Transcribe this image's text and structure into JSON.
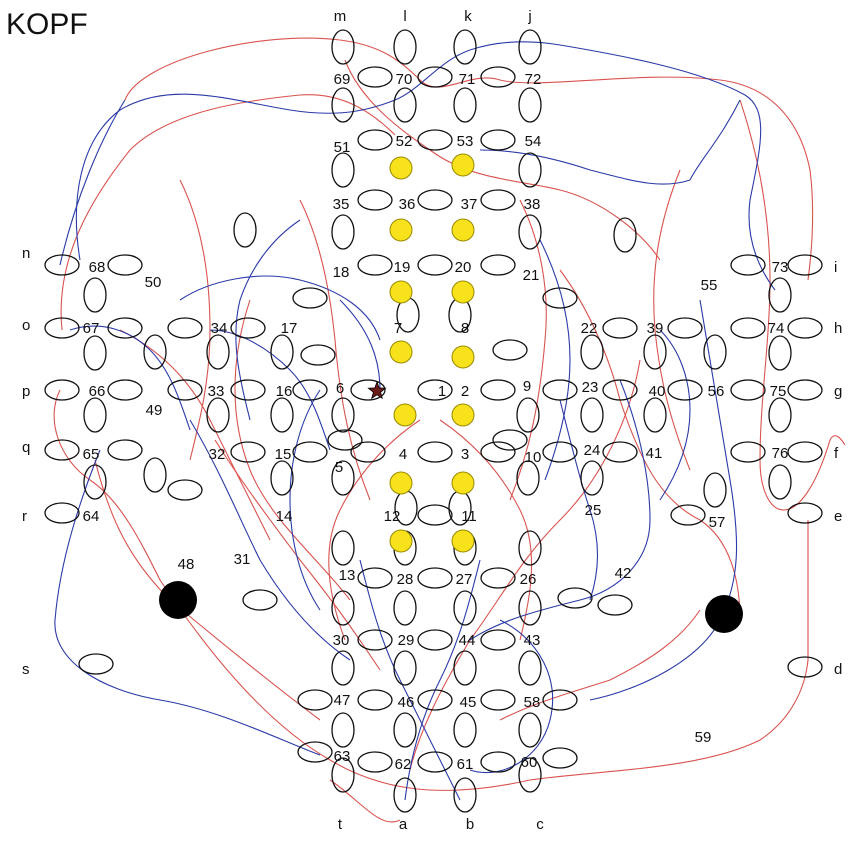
{
  "title": "KOPF",
  "colors": {
    "red": "#d9534f",
    "blue": "#2b3aa8",
    "yellow": "#f7e21b",
    "black": "#000000"
  },
  "top_labels": [
    "m",
    "l",
    "k",
    "j"
  ],
  "bottom_labels": [
    "t",
    "a",
    "b",
    "c"
  ],
  "left_labels": [
    "n",
    "o",
    "p",
    "q",
    "r",
    "s"
  ],
  "right_labels": [
    "i",
    "h",
    "g",
    "f",
    "e",
    "d"
  ],
  "star_label": "1",
  "numbers": [
    "1",
    "2",
    "3",
    "4",
    "5",
    "6",
    "7",
    "8",
    "9",
    "10",
    "11",
    "12",
    "13",
    "14",
    "15",
    "16",
    "17",
    "18",
    "19",
    "20",
    "21",
    "22",
    "23",
    "24",
    "25",
    "26",
    "27",
    "28",
    "29",
    "30",
    "31",
    "32",
    "33",
    "34",
    "35",
    "36",
    "37",
    "38",
    "39",
    "40",
    "41",
    "42",
    "43",
    "44",
    "45",
    "46",
    "47",
    "48",
    "49",
    "50",
    "51",
    "52",
    "53",
    "54",
    "55",
    "56",
    "57",
    "58",
    "59",
    "60",
    "61",
    "62",
    "63",
    "64",
    "65",
    "66",
    "67",
    "68",
    "69",
    "70",
    "71",
    "72",
    "73",
    "74",
    "75",
    "76"
  ]
}
